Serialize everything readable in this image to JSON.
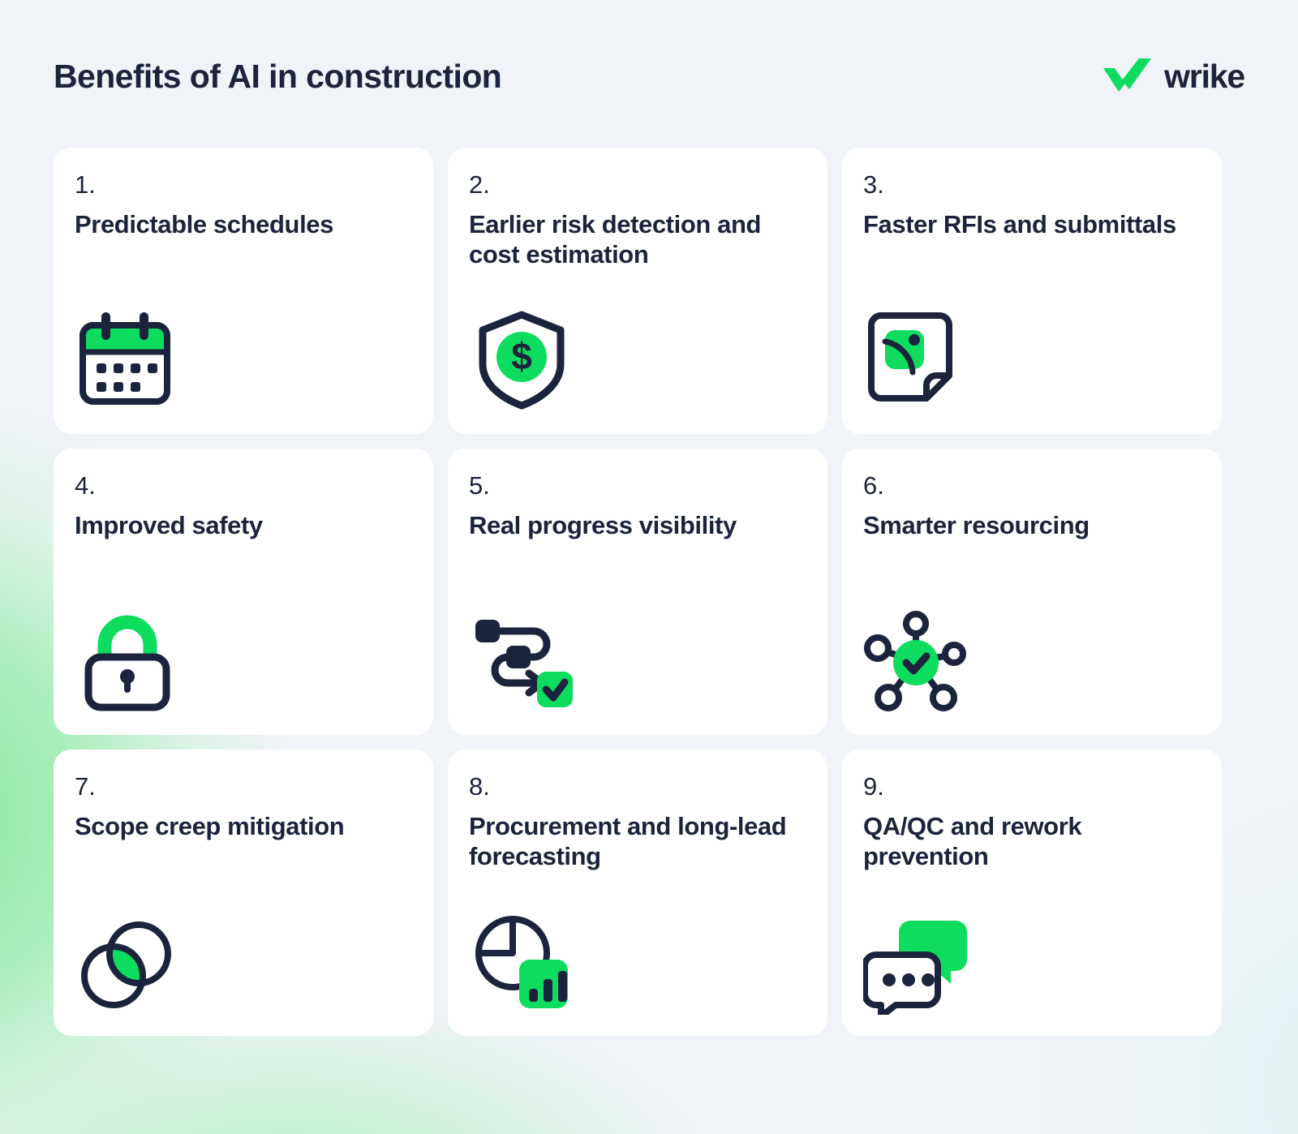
{
  "header": {
    "title": "Benefits of AI in construction",
    "logo_text": "wrike",
    "logo_icon": "wrike-checkmark-icon"
  },
  "colors": {
    "accent_green": "#0ddc5f",
    "ink": "#1b243c",
    "card_bg": "#ffffff",
    "page_bg_top_left": "#f0f3f8",
    "page_bg_left_green": "#9eecb6",
    "page_bg_bottom_right": "#e3f1f2"
  },
  "cards": [
    {
      "number": "1.",
      "title": "Predictable schedules",
      "icon": "calendar-icon"
    },
    {
      "number": "2.",
      "title": "Earlier risk detection and cost estimation",
      "icon": "shield-dollar-icon"
    },
    {
      "number": "3.",
      "title": "Faster RFIs and submittals",
      "icon": "document-folded-corner-icon"
    },
    {
      "number": "4.",
      "title": "Improved safety",
      "icon": "lock-icon"
    },
    {
      "number": "5.",
      "title": "Real progress visibility",
      "icon": "workflow-check-icon"
    },
    {
      "number": "6.",
      "title": "Smarter resourcing",
      "icon": "network-hub-check-icon"
    },
    {
      "number": "7.",
      "title": "Scope creep mitigation",
      "icon": "venn-overlap-icon"
    },
    {
      "number": "8.",
      "title": "Procurement and long-lead forecasting",
      "icon": "pie-bar-chart-icon"
    },
    {
      "number": "9.",
      "title": "QA/QC and rework prevention",
      "icon": "chat-bubbles-icon"
    }
  ]
}
